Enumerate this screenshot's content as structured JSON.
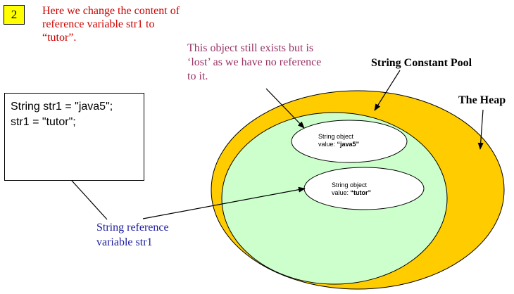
{
  "step": {
    "number": "2"
  },
  "notes": {
    "step_note": "Here we change the content of reference variable str1 to “tutor”.",
    "lost_note": "This object still exists but is ‘lost’ as we have no reference to it.",
    "reference_note": "String reference variable str1"
  },
  "labels": {
    "pool": "String Constant Pool",
    "heap": "The Heap"
  },
  "code": {
    "line1": "String str1 = \"java5\";",
    "line2": "str1 = \"tutor\";"
  },
  "objects": {
    "java5": {
      "title": "String object",
      "value_prefix": "value: ",
      "value": "“java5”"
    },
    "tutor": {
      "title": "String object",
      "value_prefix": "value: ",
      "value": "“tutor”"
    }
  },
  "colors": {
    "heap": "#ffcc00",
    "pool": "#ccffcc",
    "step_note": "#cc0000",
    "lost_note": "#993366",
    "reference_note": "#1a1aa0",
    "badge": "#ffff00"
  }
}
